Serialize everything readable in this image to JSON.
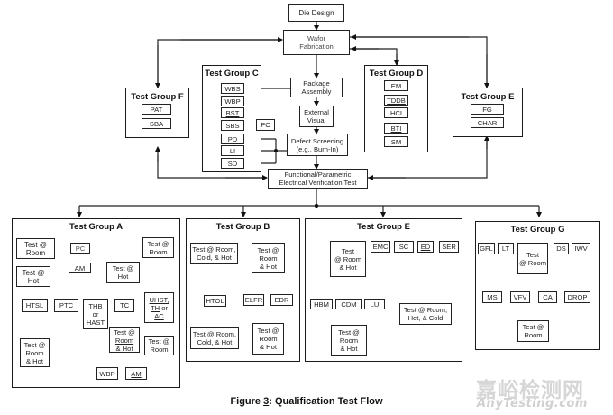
{
  "flow": {
    "die_design": "Die Design",
    "wafor_fabrication": "Wafor\nFabrication",
    "package_assembly": "Package\nAssembly",
    "external_visual": "External\nVisual",
    "defect_screening": "Defect Screening\n(e.g., Burn-In)",
    "functional_test": "Functional/Parametric\nElectrical Verification Test"
  },
  "group_c": {
    "title": "Test Group C",
    "items": [
      "WBS",
      "WBP",
      "BST",
      "SBS",
      "PD",
      "LI",
      "SD"
    ],
    "pc": "PC"
  },
  "group_d": {
    "title": "Test Group D",
    "items": [
      "EM",
      "TDDB",
      "HCI",
      "BTI",
      "SM"
    ]
  },
  "group_e_top": {
    "title": "Test Group E",
    "items": [
      "FG",
      "CHAR"
    ]
  },
  "group_f": {
    "title": "Test Group F",
    "items": [
      "PAT",
      "SBA"
    ]
  },
  "group_a": {
    "title": "Test Group A",
    "test_room": "Test @\nRoom",
    "pc": "PC",
    "am": "AM",
    "test_room_right": "Test @\nRoom",
    "test_hot_left": "Test @\nHot",
    "test_hot_mid": "Test @\nHot",
    "htsl": "HTSL",
    "ptc": "PTC",
    "thb": "THB\nor\nHAST",
    "tc": "TC",
    "uhst_line1": "UHST,",
    "uhst_line2": "TH",
    "uhst_line3": " or",
    "uhst_line4": "AC",
    "test_room_hot_left": "Test @\nRoom\n& Hot",
    "test_room_hot_mid_1": "Test @",
    "test_room_hot_mid_2": "Room",
    "test_room_hot_mid_3": "& Hot",
    "test_room_bottom_right": "Test @\nRoom",
    "wbp": "WBP",
    "am_bottom": "AM"
  },
  "group_b": {
    "title": "Test Group B",
    "test_rch": "Test @ Room,\nCold, & Hot",
    "test_rh": "Test @\nRoom\n& Hot",
    "htol": "HTOL",
    "elfr": "ELFR",
    "edr": "EDR",
    "test_rch_bottom_1": "Test @ Room,",
    "test_rch_bottom_cold": "Cold",
    "test_rch_bottom_and": ", & ",
    "test_rch_bottom_hot": "Hot",
    "test_rh_bottom": "Test @\nRoom\n& Hot"
  },
  "group_e": {
    "title": "Test Group E",
    "test_rh": "Test\n@ Room\n& Hot",
    "emc": "EMC",
    "sc": "SC",
    "ed": "ED",
    "ser": "SER",
    "hbm": "HBM",
    "cdm": "CDM",
    "lu": "LU",
    "test_rhc": "Test @ Room,\nHot, & Cold",
    "test_rh_bottom": "Test @\nRoom\n& Hot"
  },
  "group_g": {
    "title": "Test Group G",
    "gfl": "GFL",
    "lt": "LT",
    "test_room": "Test\n@ Room",
    "ds": "DS",
    "iwv": "IWV",
    "ms": "MS",
    "vfv": "VFV",
    "ca": "CA",
    "drop": "DROP",
    "test_room_bottom": "Test @\nRoom"
  },
  "caption": {
    "prefix": "Figure ",
    "number": "3",
    "suffix": ":  Qualification Test Flow"
  },
  "watermark": {
    "cn": "嘉峪检测网",
    "en": "AnyTesting.com"
  }
}
